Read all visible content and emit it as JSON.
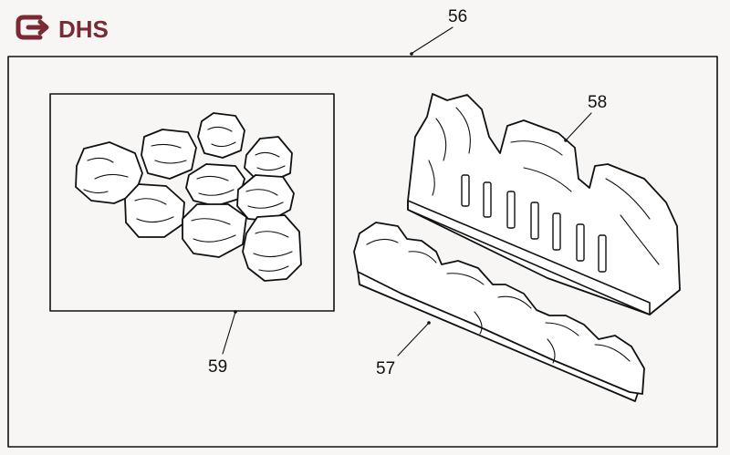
{
  "logo": {
    "text": "DHS",
    "color": "#7a2a33"
  },
  "callouts": {
    "assembly": "56",
    "rear_log": "58",
    "front_log": "57",
    "coal_pack": "59"
  },
  "colors": {
    "ink": "#111111",
    "paper": "#f7f6f4"
  }
}
